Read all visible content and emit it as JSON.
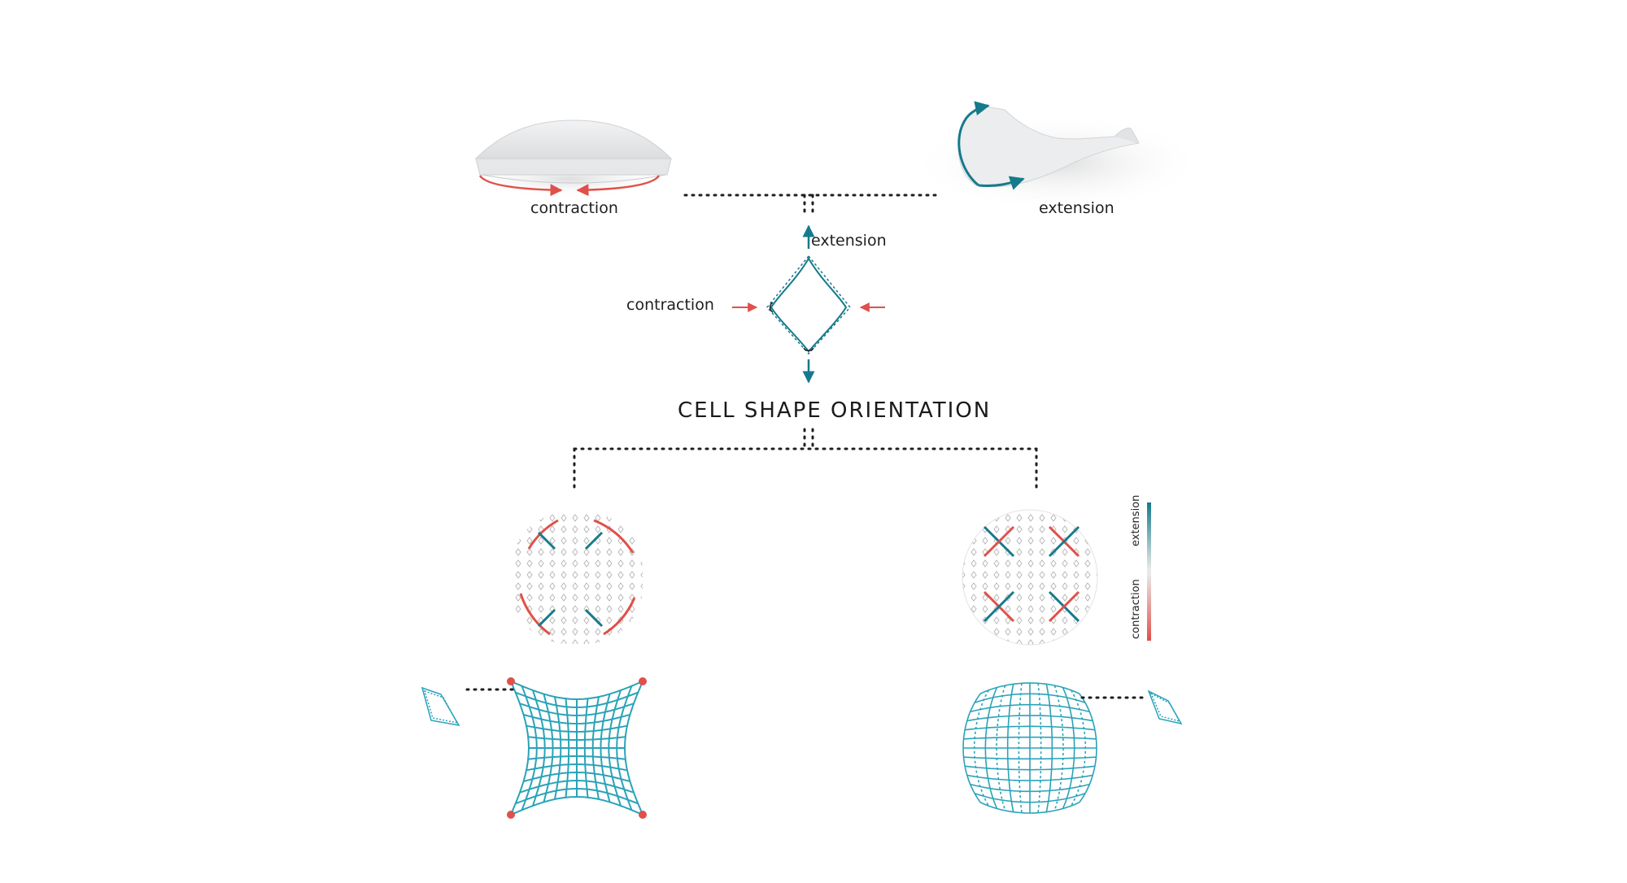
{
  "title": "CELL SHAPE ORIENTATION",
  "labels": {
    "top_left": "contraction",
    "top_right": "extension",
    "cell_extension": "extension",
    "cell_contraction": "contraction"
  },
  "legend": {
    "extension": "extension",
    "contraction": "contraction"
  },
  "colors": {
    "extension": "#157a8c",
    "contraction": "#e0504a",
    "grid_teal": "#2aa3b8",
    "dots": "#1f1f1f",
    "shape": "#e9eaeb"
  }
}
